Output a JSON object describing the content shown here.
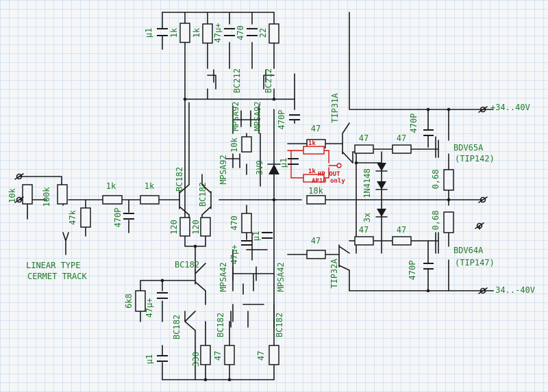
{
  "colors": {
    "paper": "#f4f6f8",
    "grid": "#a9c2e4",
    "ink": "#1a1a1a",
    "label_green": "#1f7a2a",
    "annotation_red": "#d01818"
  },
  "labels": {
    "c_u1_a": "μ1",
    "r_1k_a": "1k",
    "r_1k_b": "1k",
    "c_47u_top": "47μ+",
    "c_470_top": "470",
    "r_22": "22",
    "bc212_a": "BC212",
    "bc212_b": "BC212",
    "mpsa92_a": "MPSA92",
    "mpsa92_b": "MPSA92",
    "c_470p_top": "470P",
    "tip31a": "TIP31A",
    "r_47_pre_top": "47",
    "r_47_drv_top_a": "47",
    "r_47_drv_top_b": "47",
    "c_470p_drv_top": "470P",
    "rail_pos": "+34..40V",
    "bdv65a": "BDV65A",
    "tip142": "(TIP142)",
    "r_068_a": "0,68",
    "r_068_b": "0,68",
    "r_10k_mid": "10k",
    "mpsa92_c": "MPSA92",
    "zener_3v9": "3V9",
    "c_u1_mid": "μ1",
    "hp_r1k_a": "1k",
    "hp_r1k_b": "1k",
    "hp_out": "HP OUT",
    "ap10_only": "AP10 only",
    "diode_1n4148": "1N4148",
    "diode_3x": "3x",
    "r_18k": "18k",
    "input_r_10k": "10k",
    "pot_100k": "100k",
    "input_r_47k": "47k",
    "input_r_1k_a": "1k",
    "input_r_1k_b": "1k",
    "input_c_470p": "470P",
    "ltp_bc182_a": "BC182",
    "ltp_bc182_b": "BC182",
    "ltp_r120_a": "120",
    "ltp_r120_b": "120",
    "r_470_mid": "470",
    "c_47u_mid": "47μ+",
    "c_u1_mid2": "μ1",
    "note_line_1": "LINEAR TYPE",
    "note_line_2": "CERMET TRACK",
    "bc182_top": "BC182",
    "mpsa42_a": "MPSA42",
    "mpsa42_b": "MPSA42",
    "tip32a": "TIP32A",
    "r_47_pre_bot": "47",
    "r_47_drv_bot_a": "47",
    "r_47_drv_bot_b": "47",
    "c_470p_drv_bot": "470P",
    "bdv64a": "BDV64A",
    "tip147": "(TIP147)",
    "rail_neg": "-34..-40V",
    "r_6k8": "6k8",
    "c_47u_low": "47μ+",
    "bc182_low_a": "BC182",
    "bc182_low_b": "BC182",
    "bc182_low_c": "BC182",
    "c_u1_bot": "μ1",
    "r_330": "330",
    "r_47_bot_a": "47",
    "r_47_bot_b": "47"
  }
}
